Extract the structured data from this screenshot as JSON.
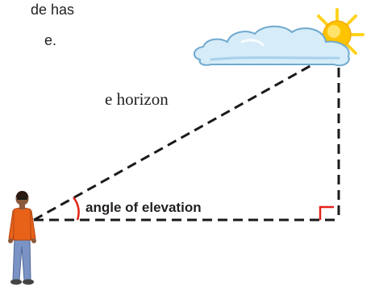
{
  "text_fragments": {
    "line1": "de has",
    "line2": "e.",
    "line3": "e horizon"
  },
  "diagram": {
    "angle_label": "angle of elevation"
  },
  "colors": {
    "dashed_line": "#1a1a1a",
    "angle_marker": "#e3231b",
    "cloud_fill": "#d6ecf8",
    "cloud_stroke": "#6fa9cf",
    "sun": "#ffd21f",
    "sun_center": "#ffc400",
    "shirt": "#e8621a",
    "pants": "#7a93c4"
  },
  "icons": [
    "cloud-icon",
    "sun-icon",
    "person-icon"
  ]
}
